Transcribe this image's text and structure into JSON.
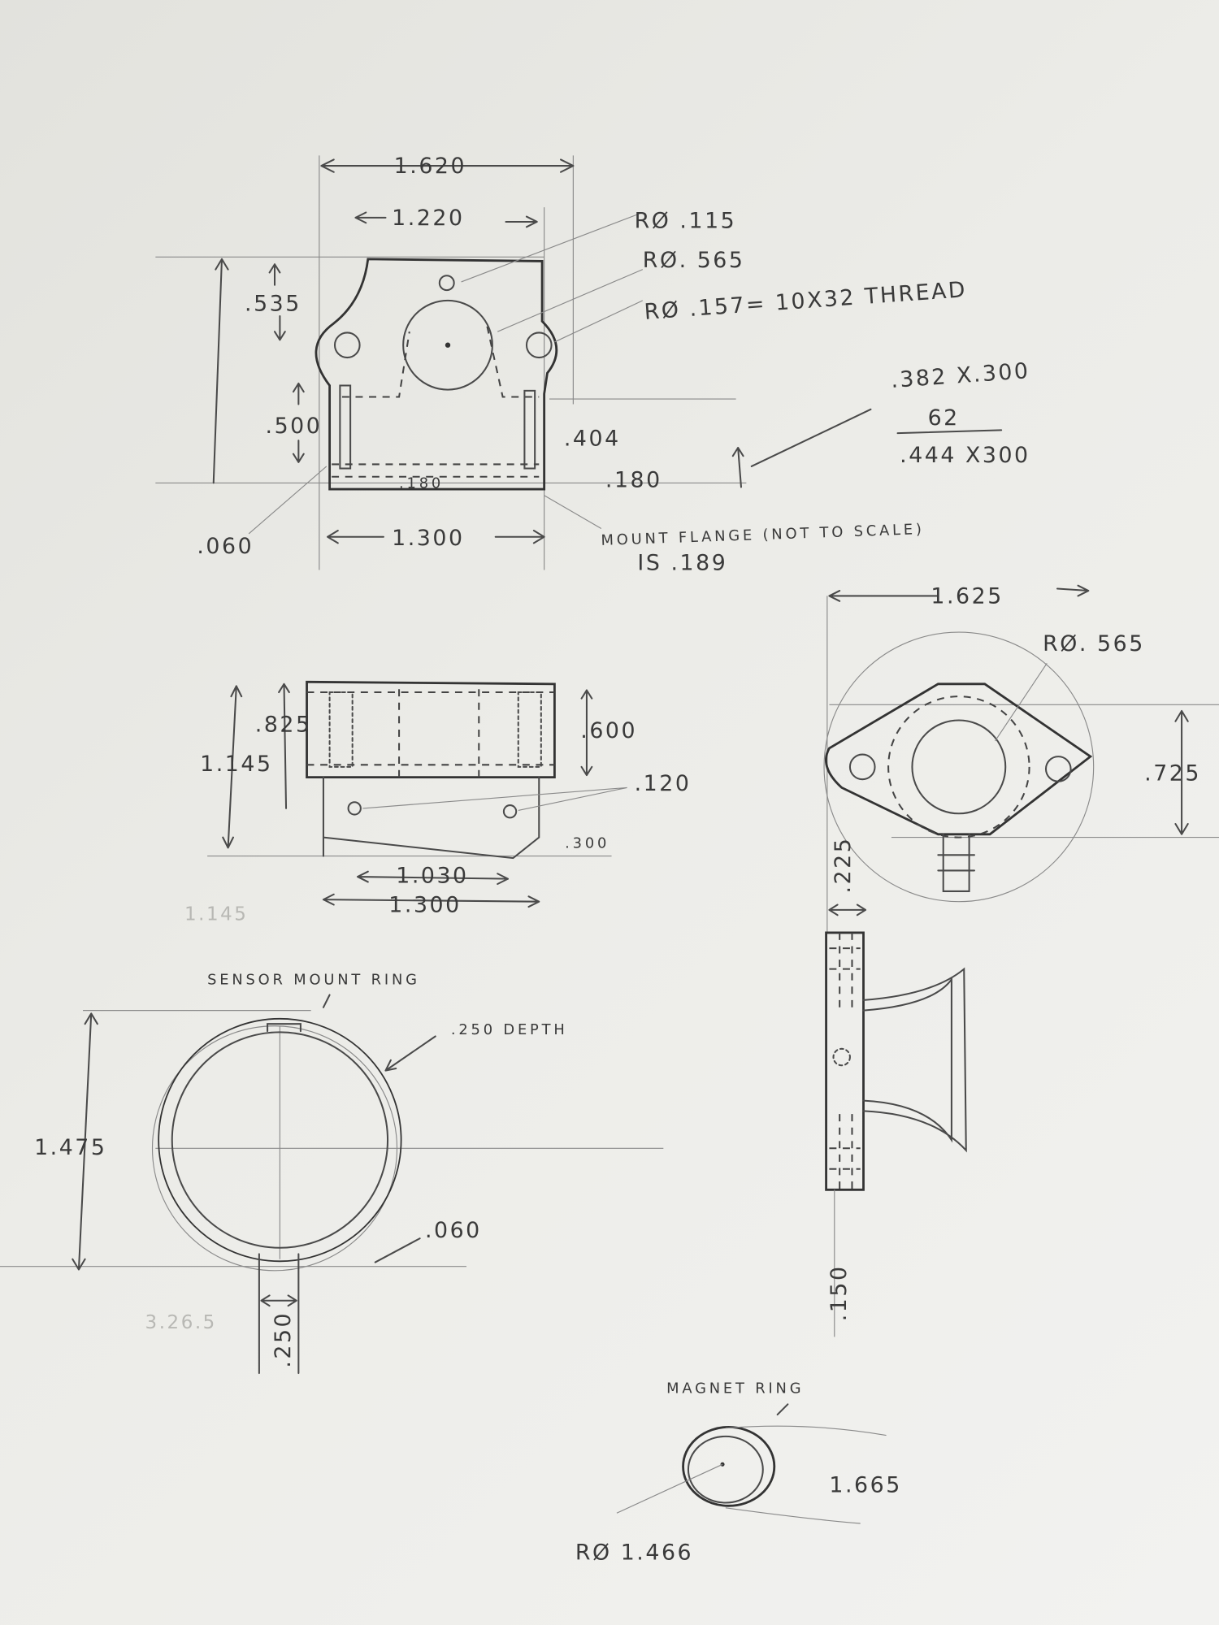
{
  "flange_top_view": {
    "width_overall": "1.620",
    "width_holes": "1.220",
    "note_hole_small": "RØ .115",
    "note_bore": "RØ. 565",
    "note_thread": "RØ .157= 10X32 THREAD",
    "height_ear": ".535",
    "height_slot": ".500",
    "height_inner": ".404",
    "flange_inner": ".180",
    "flange_right": ".180",
    "wall": ".060",
    "base_width": "1.300",
    "flange_note": "MOUNT FLANGE (NOT TO SCALE)",
    "flange_note2": "IS .189",
    "calc_line1": ".382 X.300",
    "calc_line2": "62",
    "calc_line3": ".444 X300"
  },
  "side_view": {
    "height_upper": ".825",
    "height_total": "1.145",
    "height_right": ".600",
    "hole": ".120",
    "bottom": ".300",
    "hole_spacing": "1.030",
    "width": "1.300",
    "faint": "1.145"
  },
  "right_view": {
    "width": "1.625",
    "bore": "RØ. 565",
    "height": ".725",
    "top_depth": ".225",
    "bottom_depth": ".150"
  },
  "sensor_ring": {
    "title": "SENSOR MOUNT RING",
    "depth": ".250 DEPTH",
    "diameter": "1.475",
    "wall": ".060",
    "tab": ".250",
    "faint": "3.26.5"
  },
  "magnet_ring": {
    "title": "MAGNET RING",
    "dim": "1.665",
    "radius": "RØ 1.466"
  }
}
